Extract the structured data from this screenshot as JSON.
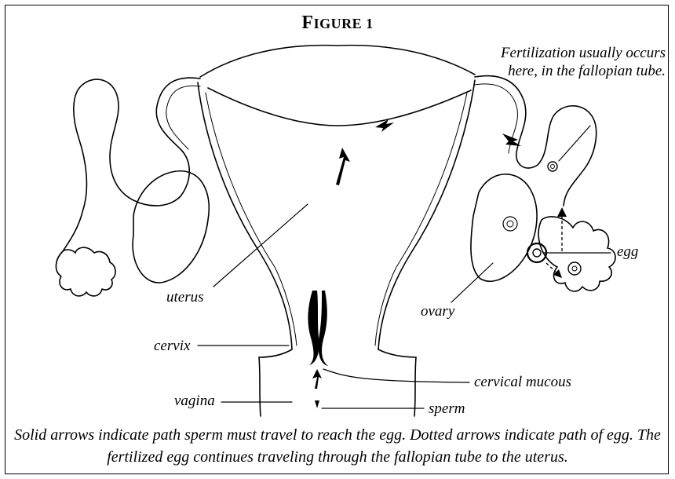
{
  "figure": {
    "title_first": "F",
    "title_rest": "IGURE 1"
  },
  "labels": {
    "fertilization": "Fertilization usually occurs here, in the fallopian tube.",
    "egg": "egg",
    "uterus": "uterus",
    "ovary": "ovary",
    "cervix": "cervix",
    "cervical_mucous": "cervical mucous",
    "vagina": "vagina",
    "sperm": "sperm"
  },
  "caption": "Solid arrows indicate path sperm must travel to reach the egg. Dotted arrows indicate path of egg. The fertilized egg continues traveling through the fallopian tube to the uterus."
}
